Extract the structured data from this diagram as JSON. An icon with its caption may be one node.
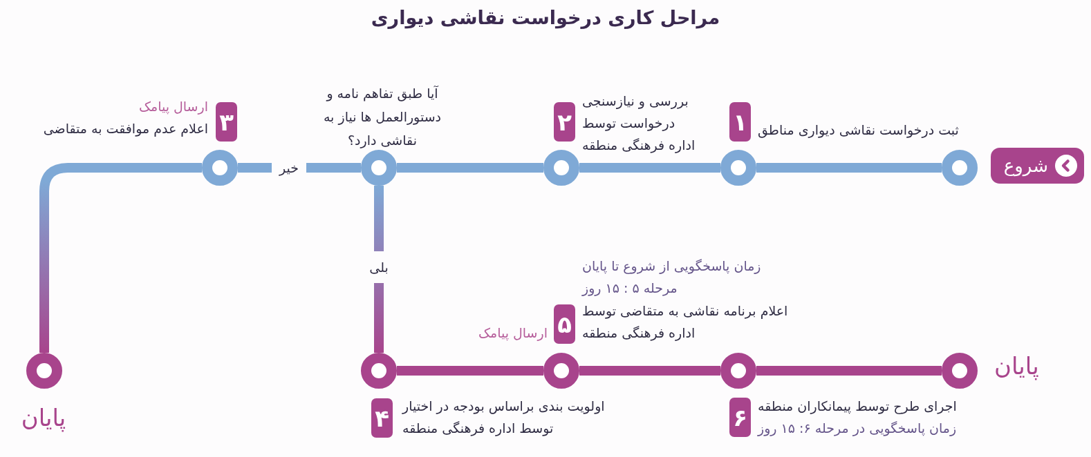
{
  "diagram": {
    "title": "مراحل کاری درخواست نقاشی دیواری",
    "nodes": [
      {
        "text": [
          "شروع"
        ]
      },
      {
        "text": [],
        "shape": "circle"
      },
      {
        "text": [],
        "shape": "circle"
      },
      {
        "text": [
          "۱"
        ],
        "beside": [
          "ثبت درخواست نقاشی دیواری مناطق"
        ]
      },
      {
        "text": [],
        "shape": "circle"
      },
      {
        "text": [
          "۲"
        ],
        "beside": [
          "بررسی و نیازسنجی درخواست توسط اداره فرهنگی منطقه"
        ]
      },
      {
        "text": [],
        "shape": "circle",
        "beside": [
          "آیا طبق تفاهم نامه و دستورالعمل ها نیاز به نقاشی دارد؟"
        ]
      },
      {
        "text": [],
        "shape": "circle"
      },
      {
        "text": [
          "۳"
        ],
        "beside": [
          "ارسال پیامک",
          "اعلام عدم موافقت به متقاضی"
        ]
      },
      {
        "text": [],
        "shape": "circle",
        "beside": [
          "پایان"
        ]
      },
      {
        "text": [],
        "shape": "circle"
      },
      {
        "text": [
          "۴"
        ],
        "beside": [
          "اولویت بندی براساس بودجه در اختیار توسط اداره فرهنگی منطقه"
        ]
      },
      {
        "text": [],
        "shape": "circle"
      },
      {
        "text": [
          "۵"
        ],
        "beside": [
          "زمان پاسخگویی از شروع تا پایان مرحله ۵ : ۱۵ روز",
          "اعلام برنامه نقاشی به متقاضی توسط اداره فرهنگی منطقه",
          "ارسال پیامک"
        ]
      },
      {
        "text": [],
        "shape": "circle"
      },
      {
        "text": [
          "۶"
        ],
        "beside": [
          "اجرای طرح توسط پیمانکاران منطقه",
          "زمان پاسخگویی در مرحله ۶: ۱۵ روز"
        ]
      },
      {
        "text": [],
        "shape": "circle",
        "beside": [
          "پایان"
        ]
      }
    ],
    "edges": [
      {
        "from": 1,
        "to": 2,
        "arrow": "none"
      },
      {
        "from": 2,
        "to": 4,
        "arrow": "none"
      },
      {
        "from": 4,
        "to": 6,
        "arrow": "none"
      },
      {
        "from": 6,
        "to": 7,
        "arrow": "none",
        "label": "خیر"
      },
      {
        "from": 7,
        "to": 9,
        "arrow": "none",
        "color": "#a8448c"
      },
      {
        "from": 6,
        "to": 10,
        "arrow": "none",
        "label": "بلی",
        "color": "#a8448c"
      },
      {
        "from": 10,
        "to": 12,
        "arrow": "none",
        "color": "#a8448c"
      },
      {
        "from": 12,
        "to": 14,
        "arrow": "none",
        "color": "#a8448c"
      },
      {
        "from": 14,
        "to": 16,
        "arrow": "none",
        "color": "#a8448c"
      }
    ]
  }
}
